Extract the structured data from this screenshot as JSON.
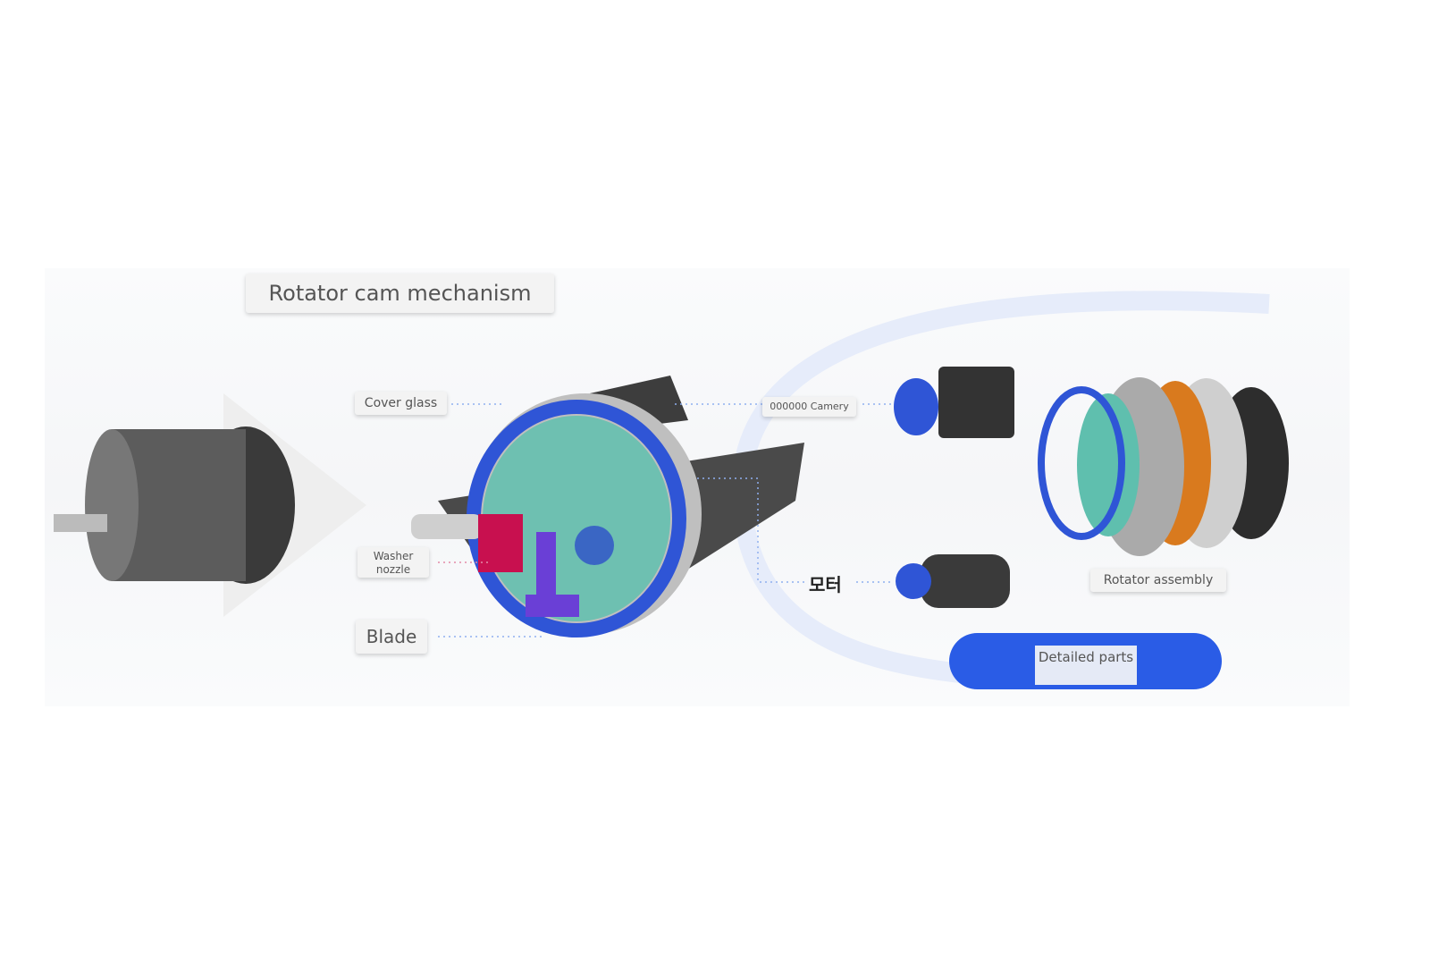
{
  "title": "Rotator cam mechanism",
  "labels": {
    "cover_glass": "Cover glass",
    "washer_nozzle": "Washer nozzle",
    "blade": "Blade",
    "camera": "000000 Camery",
    "motor": "모터",
    "rotator_assembly": "Rotator assembly"
  },
  "button": {
    "label": "Detailed parts"
  },
  "colors": {
    "accent_blue": "#2a5ce6",
    "ring_blue": "#2f55d6",
    "teal": "#5fbfae",
    "magenta": "#c8104f",
    "purple": "#6a3fd6",
    "orange": "#d97a1e"
  }
}
